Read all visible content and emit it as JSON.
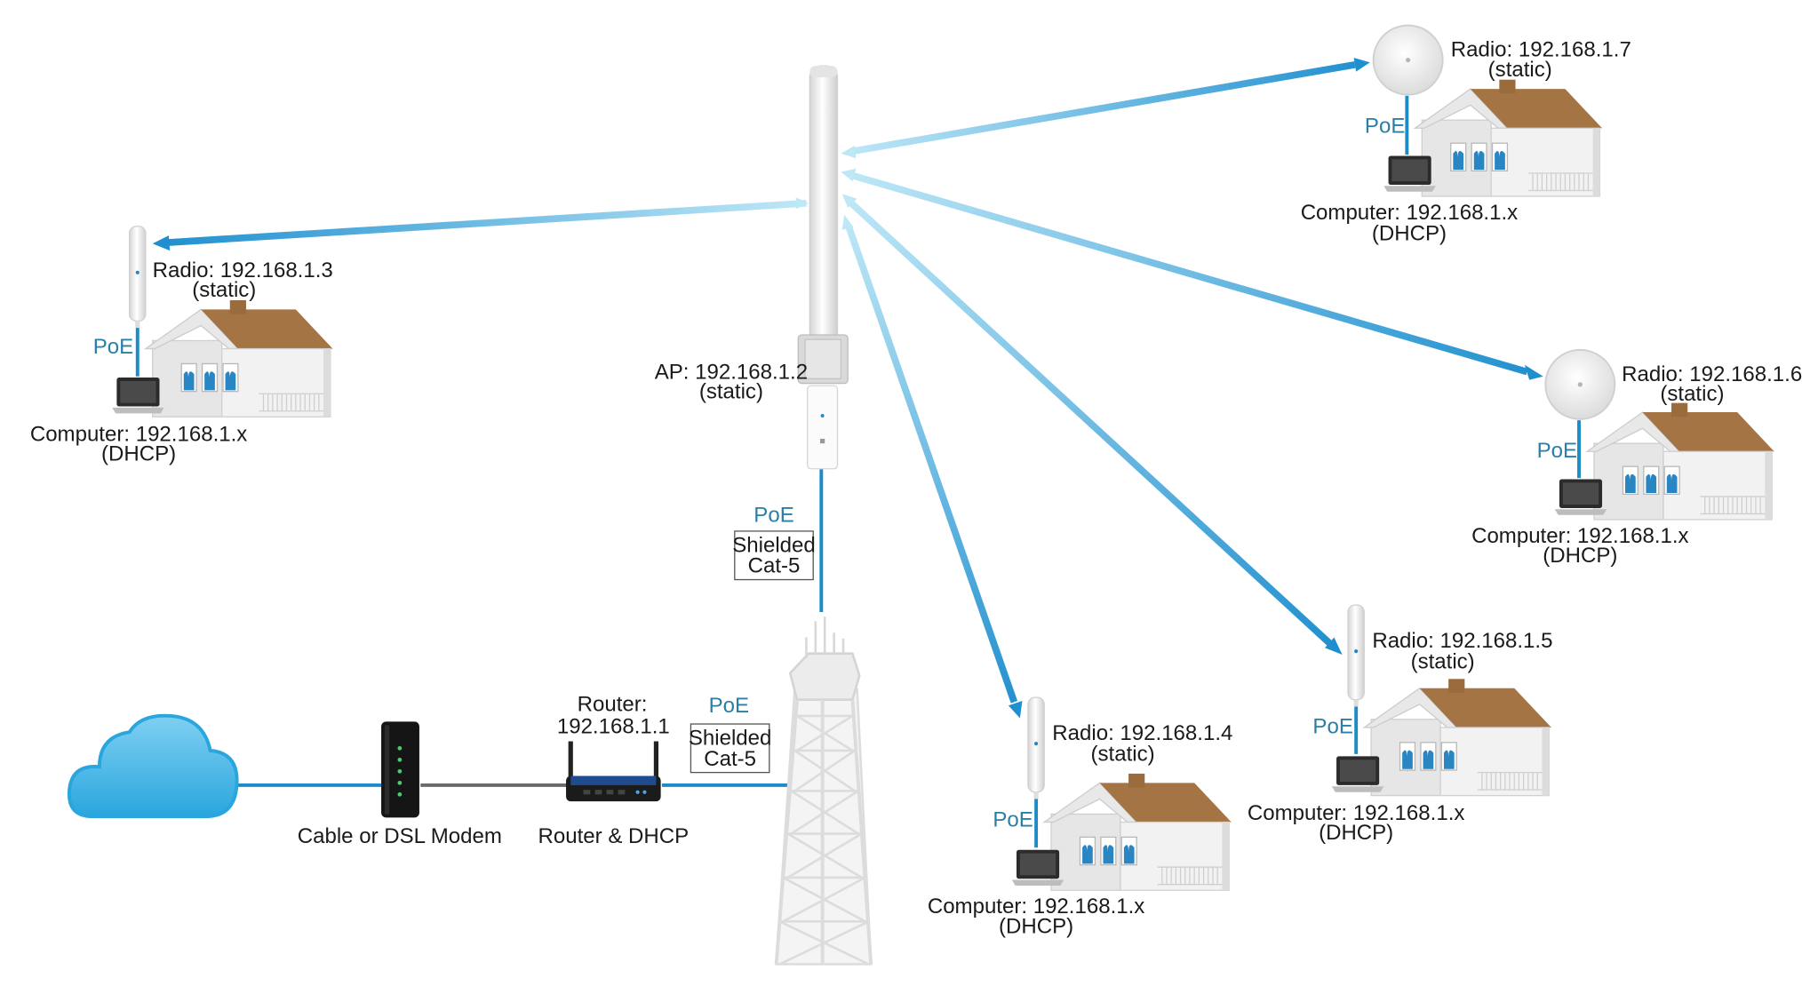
{
  "colors": {
    "link_light": "#a8dff3",
    "link_dark": "#1f8fcf",
    "cable": "#1b8cc8",
    "gray_cable": "#6a6a6a",
    "cloud": "#2aa6de",
    "roof": "#a57444",
    "house_wall": "#e6e6e6"
  },
  "icons": {
    "cloud": "cloud-icon",
    "modem": "modem-icon",
    "router": "router-icon",
    "tower": "tower-icon",
    "omni": "omni-antenna-icon",
    "dish": "dish-radio-icon",
    "sector": "sector-radio-icon",
    "house": "house-icon",
    "laptop": "laptop-icon"
  },
  "ap": {
    "label": "AP: 192.168.1.2",
    "sub": "(static)"
  },
  "ap_poe": "PoE",
  "ap_cable": {
    "line1": "Shielded",
    "line2": "Cat-5"
  },
  "router_poe": "PoE",
  "router_cable": {
    "line1": "Shielded",
    "line2": "Cat-5"
  },
  "modem": {
    "label": "Cable or DSL Modem"
  },
  "router": {
    "top1": "Router:",
    "top2": "192.168.1.1",
    "bottom": "Router & DHCP"
  },
  "stations": [
    {
      "id": "r3",
      "radio": "Radio: 192.168.1.3",
      "radio_sub": "(static)",
      "poe": "PoE",
      "computer": "Computer: 192.168.1.x",
      "computer_sub": "(DHCP)"
    },
    {
      "id": "r4",
      "radio": "Radio: 192.168.1.4",
      "radio_sub": "(static)",
      "poe": "PoE",
      "computer": "Computer: 192.168.1.x",
      "computer_sub": "(DHCP)"
    },
    {
      "id": "r5",
      "radio": "Radio: 192.168.1.5",
      "radio_sub": "(static)",
      "poe": "PoE",
      "computer": "Computer: 192.168.1.x",
      "computer_sub": "(DHCP)"
    },
    {
      "id": "r6",
      "radio": "Radio: 192.168.1.6",
      "radio_sub": "(static)",
      "poe": "PoE",
      "computer": "Computer: 192.168.1.x",
      "computer_sub": "(DHCP)"
    },
    {
      "id": "r7",
      "radio": "Radio: 192.168.1.7",
      "radio_sub": "(static)",
      "poe": "PoE",
      "computer": "Computer: 192.168.1.x",
      "computer_sub": "(DHCP)"
    }
  ]
}
